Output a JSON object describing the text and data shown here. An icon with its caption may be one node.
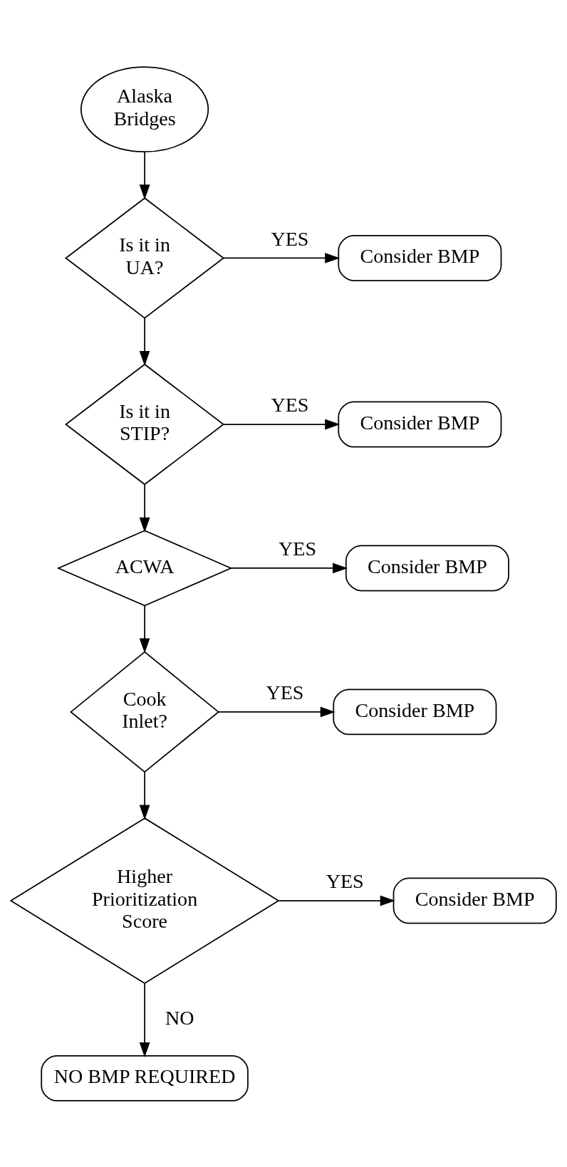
{
  "diagram": {
    "nodes": [
      {
        "text": [
          "Alaska Bridges"
        ]
      },
      {
        "text": [
          "Is it in UA?"
        ]
      },
      {
        "text": [
          "Consider BMP"
        ]
      },
      {
        "text": [
          "Is it in STIP?"
        ]
      },
      {
        "text": [
          "Consider BMP"
        ]
      },
      {
        "text": [
          "ACWA"
        ]
      },
      {
        "text": [
          "Consider BMP"
        ]
      },
      {
        "text": [
          "Cook Inlet?"
        ]
      },
      {
        "text": [
          "Consider BMP"
        ]
      },
      {
        "text": [
          "Higher Prioritization Score"
        ]
      },
      {
        "text": [
          "Consider BMP"
        ]
      },
      {
        "text": [
          "NO BMP REQUIRED"
        ]
      }
    ],
    "edges": [
      {
        "from": 0,
        "to": 1,
        "arrow": "to"
      },
      {
        "from": 1,
        "to": 2,
        "arrow": "to",
        "label": "YES"
      },
      {
        "from": 1,
        "to": 3,
        "arrow": "to"
      },
      {
        "from": 3,
        "to": 4,
        "arrow": "to",
        "label": "YES"
      },
      {
        "from": 3,
        "to": 5,
        "arrow": "to"
      },
      {
        "from": 5,
        "to": 6,
        "arrow": "to",
        "label": "YES"
      },
      {
        "from": 5,
        "to": 7,
        "arrow": "to"
      },
      {
        "from": 7,
        "to": 8,
        "arrow": "to",
        "label": "YES"
      },
      {
        "from": 7,
        "to": 9,
        "arrow": "to"
      },
      {
        "from": 9,
        "to": 10,
        "arrow": "to",
        "label": "YES"
      },
      {
        "from": 9,
        "to": 11,
        "arrow": "to",
        "label": "NO"
      }
    ]
  }
}
